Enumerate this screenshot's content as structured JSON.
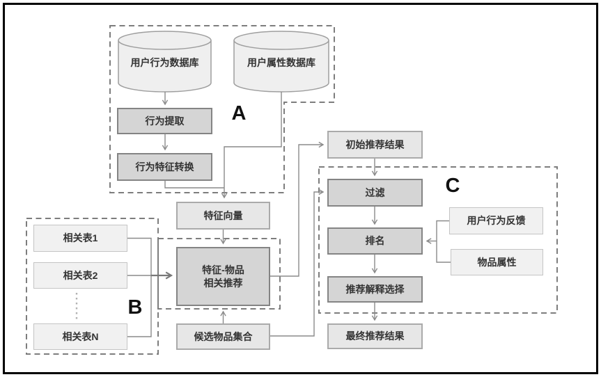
{
  "diagram": {
    "regions": {
      "a": "A",
      "b": "B",
      "c": "C"
    },
    "nodes": {
      "user_behavior_db": "用户行为数据库",
      "user_attribute_db": "用户属性数据库",
      "behavior_extraction": "行为提取",
      "behavior_feature_conversion": "行为特征转换",
      "feature_vector": "特征向量",
      "related_table_1": "相关表1",
      "related_table_2": "相关表2",
      "related_table_n": "相关表N",
      "feature_item_rec_line1": "特征-物品",
      "feature_item_rec_line2": "相关推荐",
      "candidate_item_set": "候选物品集合",
      "initial_rec_result": "初始推荐结果",
      "filter": "过滤",
      "ranking": "排名",
      "rec_explanation_selection": "推荐解释选择",
      "final_rec_result": "最终推荐结果",
      "user_behavior_feedback": "用户行为反馈",
      "item_attributes": "物品属性"
    },
    "colors": {
      "process_fill": "#d5d5d5",
      "light_fill": "#e7e7e7",
      "xlight_fill": "#f1f1f1",
      "cylinder_fill": "#efefef",
      "line": "#8a8a8a",
      "dashed_outline": "#7d7d7d",
      "frame": "#000000"
    }
  }
}
